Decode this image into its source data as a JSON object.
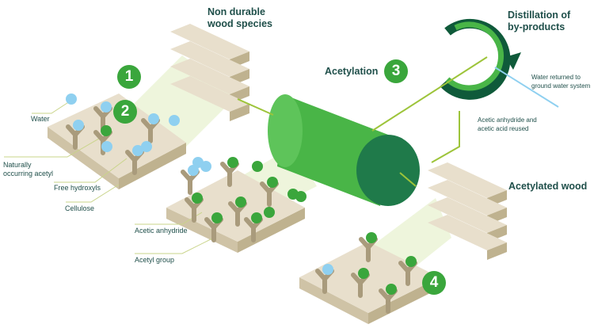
{
  "titles": {
    "non_durable": "Non durable\nwood species",
    "acetylation": "Acetylation",
    "distillation": "Distillation of\nby-products",
    "acetylated": "Acetylated wood"
  },
  "labels": {
    "water": "Water",
    "naturally_acetyl": "Naturally\noccurring acetyl",
    "free_hydroxyls": "Free hydroxyls",
    "cellulose": "Cellulose",
    "acetic_anhydride": "Acetic anhydride",
    "acetyl_group": "Acetyl group",
    "water_returned": "Water returned to\nground water system",
    "reused": "Acetic anhydride and\nacetic acid reused"
  },
  "steps": [
    "1",
    "2",
    "3",
    "4"
  ],
  "colors": {
    "green": "#3aa63c",
    "dark_green": "#0f5a3a",
    "wood": "#e8dfcc",
    "water_blue": "#8fd0f0",
    "arrow_lime": "#9dc43a",
    "text": "#1f4f4a"
  }
}
